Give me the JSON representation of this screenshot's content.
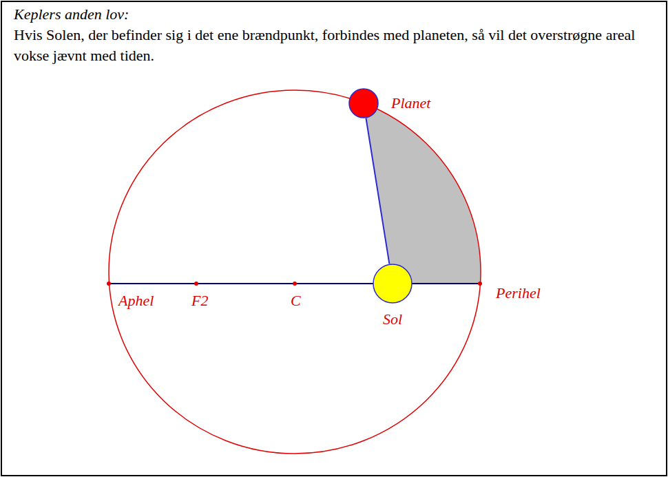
{
  "diagram": {
    "title": "Keplers anden lov:",
    "caption": "Hvis Solen, der befinder sig i det ene brændpunkt, forbindes med planeten, så vil det overstrøgne areal vokse jævnt med tiden.",
    "nodes": [
      {
        "text": [
          "Planet"
        ]
      },
      {
        "text": [
          "Sol"
        ]
      }
    ],
    "edges": [
      {
        "from": 1,
        "to": 0,
        "arrow": "none"
      }
    ],
    "labels": [
      "Aphel",
      "F2",
      "C",
      "Perihel"
    ]
  }
}
